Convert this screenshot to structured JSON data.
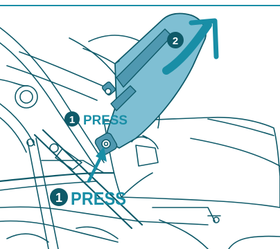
{
  "callouts": {
    "press_upper": {
      "step": "1",
      "label": "PRESS"
    },
    "press_lower": {
      "step": "1",
      "label": "PRESS"
    },
    "lift": {
      "step": "2"
    }
  },
  "colors": {
    "accent": "#198ea6",
    "ink": "#0f5a69",
    "handle_fill": "#7fbfd3",
    "background": "#ffffff"
  },
  "icons": [
    "press-arrow-icon",
    "lift-arrow-icon",
    "step-badge-icon"
  ]
}
